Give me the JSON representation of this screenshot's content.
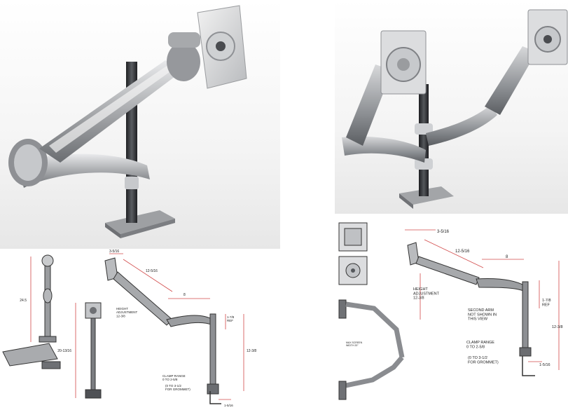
{
  "left_drawing": {
    "labels": {
      "top_offset": "3-5/16",
      "arm_length": "12-5/16",
      "reach": "8",
      "height_adjustment": "HEIGHT\nADJUSTMENT\n12-3/8",
      "overall_height": "24.5",
      "side_height": "20-13/16",
      "ref": "1-7/8\nREF",
      "pole_height": "12-3/8",
      "clamp_range": "CLAMP RANGE\n0 TO 2-5/8",
      "grommet": "(0 TO 3-1/2\nFOR GROMMET)",
      "clamp_width": "1-5/16"
    }
  },
  "right_drawing": {
    "labels": {
      "top_offset": "3-5/16",
      "arm_length": "12-5/16",
      "reach": "8",
      "height_adjustment": "HEIGHT\nADJUSTMENT\n12-3/8",
      "second_arm_note": "SECOND ARM\nNOT SHOWN IN\nTHIS VIEW",
      "ref": "1-7/8\nREF",
      "pole_height": "12-3/8",
      "max_screen": "MAX SCREEN\nWIDTH 20\"",
      "clamp_range": "CLAMP RANGE\n0 TO 2-5/8",
      "grommet": "(0 TO 3-1/2\nFOR GROMMET)",
      "clamp_width": "1-5/16"
    }
  },
  "colors": {
    "metal_light": "#d9dadc",
    "metal_mid": "#a9abae",
    "metal_dark": "#55585c",
    "pole_dark": "#2f3134",
    "dimension_red": "#d24a4a"
  }
}
